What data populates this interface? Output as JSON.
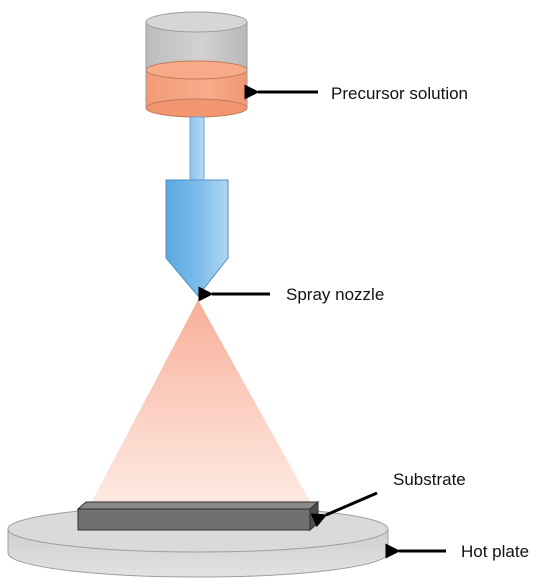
{
  "labels": {
    "precursor_solution": "Precursor solution",
    "spray_nozzle": "Spray nozzle",
    "substrate": "Substrate",
    "hot_plate": "Hot plate"
  },
  "colors": {
    "reservoir_gray": "#c9c9c9",
    "precursor_orange": "#f6a27f",
    "nozzle_blue": "#74b6e6",
    "spray_orange": "#f7a58c",
    "substrate_gray": "#6b6b6b",
    "hot_plate_gray": "#d6d6d6",
    "arrow_black": "#000000"
  },
  "icons": {
    "reservoir": "cylinder-icon",
    "nozzle": "spray-nozzle-icon",
    "arrows": "arrow-left-icon"
  }
}
